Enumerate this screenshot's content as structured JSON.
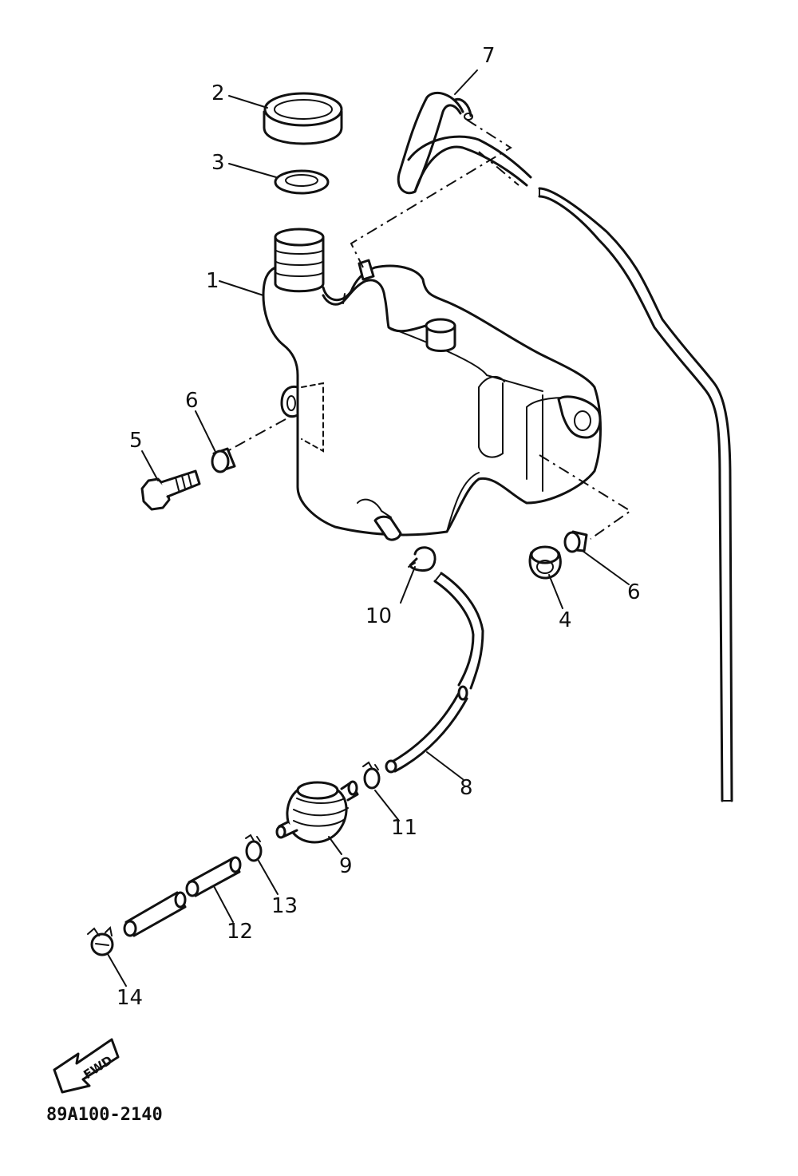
{
  "diagram": {
    "callouts": [
      "1",
      "2",
      "3",
      "4",
      "5",
      "6",
      "6",
      "7",
      "8",
      "9",
      "10",
      "11",
      "12",
      "13",
      "14"
    ],
    "fwd_label": "FWD",
    "drawing_code": "89A100-2140"
  }
}
